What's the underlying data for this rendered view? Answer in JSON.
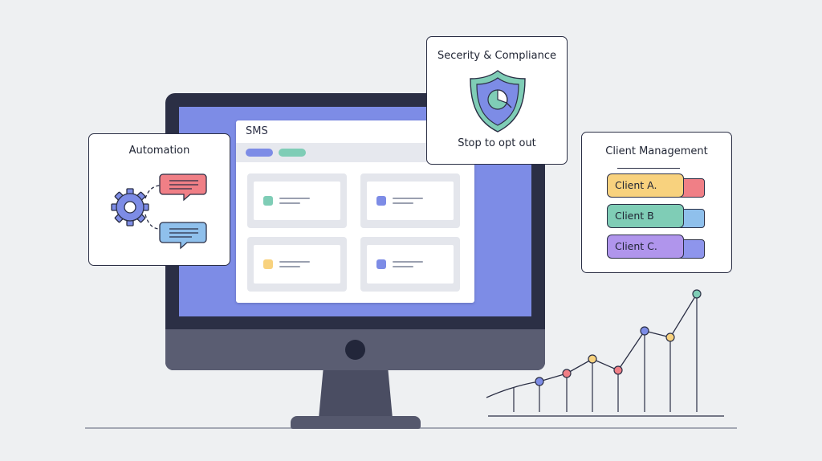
{
  "sms_window": {
    "title": "SMS"
  },
  "automation_panel": {
    "title": "Automation"
  },
  "security_panel": {
    "title": "Secerity & Compliance",
    "caption": "Stop to opt out"
  },
  "client_panel": {
    "title": "Client Management",
    "clients": [
      {
        "label": "Client A.",
        "color": "#f8d27e",
        "flap": "#f07f86"
      },
      {
        "label": "Client B",
        "color": "#7fcdb6",
        "flap": "#8fc0ec"
      },
      {
        "label": "Client C.",
        "color": "#b095ec",
        "flap": "#8e95ec"
      }
    ]
  },
  "icons": [
    "gear-icon",
    "chat-bubble-red-icon",
    "chat-bubble-blue-icon",
    "shield-icon",
    "folder-tab-icon"
  ],
  "colors": {
    "accent": "#7d8ce6",
    "green": "#7fcdb6",
    "red": "#f07f86",
    "yellow": "#f8d27e",
    "purple": "#b095ec",
    "dark": "#2b2f45"
  }
}
